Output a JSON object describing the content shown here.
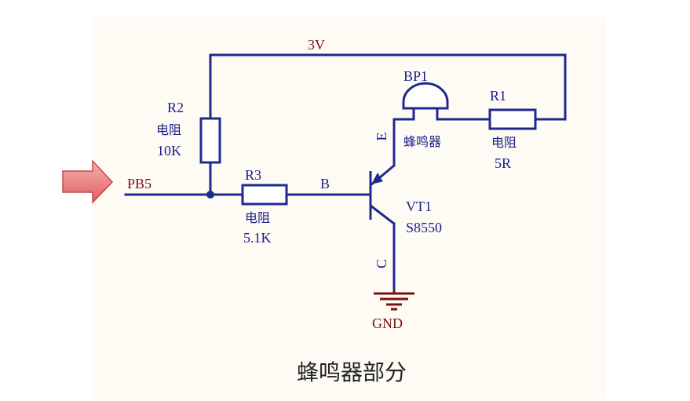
{
  "caption": "蜂鸣器部分",
  "net_labels": {
    "supply": "3V",
    "input": "PB5",
    "ground": "GND",
    "base": "B",
    "emitter": "E",
    "collector": "C"
  },
  "components": {
    "r2": {
      "ref": "R2",
      "type": "电阻",
      "value": "10K"
    },
    "r3": {
      "ref": "R3",
      "type": "电阻",
      "value": "5.1K"
    },
    "r1": {
      "ref": "R1",
      "type": "电阻",
      "value": "5R"
    },
    "bp1": {
      "ref": "BP1",
      "type": "蜂鸣器"
    },
    "vt1": {
      "ref": "VT1",
      "part": "S8550"
    }
  },
  "colors": {
    "wire": "#1f2a8f",
    "ground": "#7a1010",
    "arrow": "#e66a6a",
    "component_fill": "#ffffff"
  }
}
